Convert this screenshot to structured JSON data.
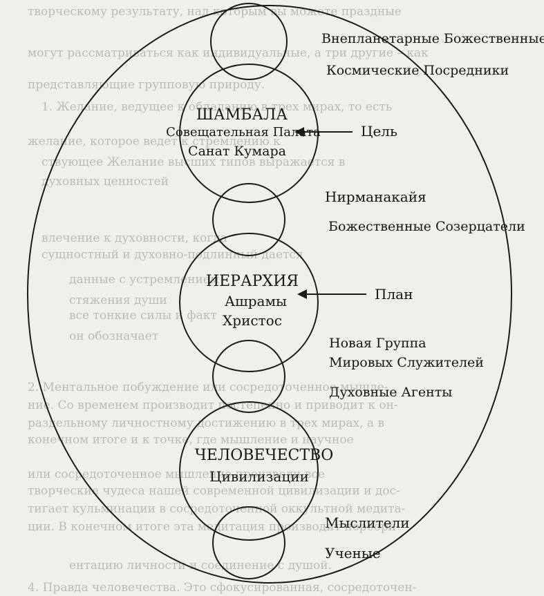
{
  "diagram": {
    "labels": {
      "extraplanetary": "Внепланетарные Божественные",
      "cosmic_intermediaries": "Космические Посредники",
      "shamballa": "ШАМБАЛА",
      "council_chamber": "Совещательная Палата",
      "sanat_kumara": "Санат Кумара",
      "purpose": "Цель",
      "nirmanakayas": "Нирманакайя",
      "divine_contemplatives": "Божественные Созерцатели",
      "hierarchy": "ИЕРАРХИЯ",
      "ashrams": "Ашрамы",
      "christ": "Христос",
      "plan": "План",
      "new_group": "Новая Группа",
      "world_servers": "Мировых Служителей",
      "spiritual_agents": "Духовные Агенты",
      "humanity": "ЧЕЛОВЕЧЕСТВО",
      "civilizations": "Цивилизации",
      "thinkers": "Мыслители",
      "scientists": "Ученые"
    }
  },
  "background_text": [
    "творческому результату, над которым вы можете праздные",
    "могут рассматриваться как индивидуальные, а три другие – как",
    "представляющие групповую природу.",
    "1. Желание, ведущее к обладанию в трех мирах, то есть",
    "желание, которое ведет к стремлению к",
    "ствующее Желание высших типов выражается в",
    "духовных ценностей",
    "влечение к духовности, когда",
    "сущностный и духовно-подлинный дается",
    "данные с устремлением",
    "стяжения души",
    "все тонкие силы и факт",
    "он обозначает",
    "2. Ментальное побуждение или сосредоточенное мышле-",
    "ние. Со временем производит постепенно и приводит к он-",
    "раздельному личностному достижению в трех мирах, а в",
    "конечном итоге и к точке, где мышление и научное",
    "или сосредоточенное мышление произвели все",
    "творческие чудеса нашей современной цивилизации и дос-",
    "тигает кульминации в сосредоточенной оккультной медита-",
    "ции. В конечном итоге эта медитация производит переори-",
    "ентацию личности и соединение с душой.",
    "4. Правда человечества. Это сфокусированная, сосредоточен-"
  ]
}
